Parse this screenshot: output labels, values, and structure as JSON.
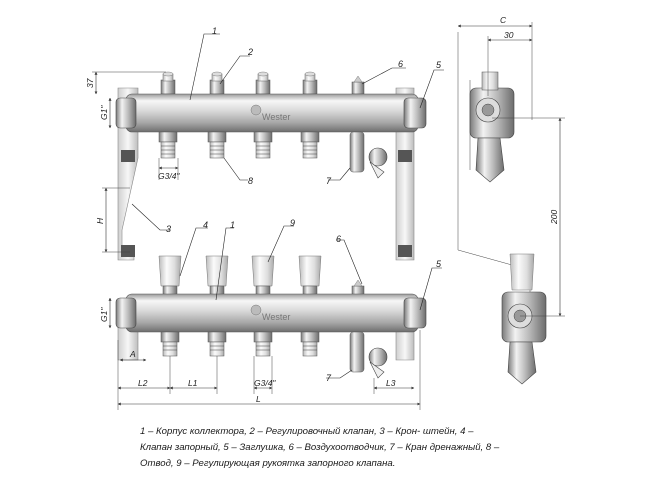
{
  "labels": {
    "l1_top": "1",
    "l2": "2",
    "l3": "3",
    "l4": "4",
    "l1_bottom": "1",
    "l5_top": "5",
    "l5_bottom": "5",
    "l6_top": "6",
    "l6_bottom": "6",
    "l7_top": "7",
    "l7_bottom": "7",
    "l8": "8",
    "l9": "9"
  },
  "dimensions": {
    "d37": "37",
    "g1_top": "G1\"",
    "g34_top": "G3/4\"",
    "h": "H",
    "g1_bottom": "G1\"",
    "a": "A",
    "l1": "L1",
    "l2": "L2",
    "g34_bottom": "G3/4\"",
    "l3": "L3",
    "l": "L",
    "c": "C",
    "d30": "30",
    "d200": "200"
  },
  "brand": {
    "top": "Wester",
    "bottom": "Wester"
  },
  "caption": {
    "line1": "1 – Корпус коллектора, 2 – Регулировочный клапан, 3 – Крон- штейн, 4 –",
    "line2": "Клапан запорный, 5 – Заглушка, 6 – Воздухоотводчик, 7 – Кран дренажный, 8 –",
    "line3": "Отвод, 9 – Регулирующая рукоятка запорного клапана."
  },
  "colors": {
    "metal_light": "#f4f4f4",
    "metal_mid": "#c9c9c9",
    "metal_dark": "#8a8a8a",
    "cap_white": "#ececec",
    "line": "#333333"
  }
}
